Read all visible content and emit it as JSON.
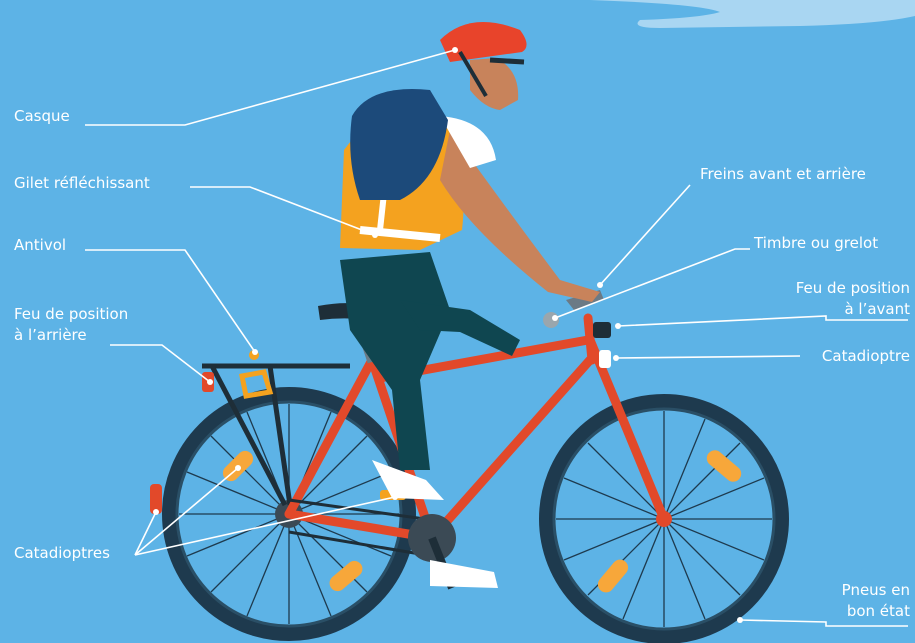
{
  "colors": {
    "sky": "#5db3e6",
    "cloud": "#a9d6f2",
    "frame": "#e2492a",
    "tire": "#1e3a4e",
    "skin": "#c8835b",
    "vest": "#f4a21f",
    "pants": "#0f4650",
    "backpack": "#1c4a7a",
    "helmet": "#e8442b",
    "reflector": "#f7a73a",
    "leader_line": "#ffffff"
  },
  "labels": {
    "casque": "Casque",
    "gilet": "Gilet réfléchissant",
    "antivol": "Antivol",
    "feu_arriere_1": "Feu de position",
    "feu_arriere_2": "à l’arrière",
    "catadioptres": "Catadioptres",
    "freins": "Freins avant et arrière",
    "timbre": "Timbre ou grelot",
    "feu_avant_1": "Feu de position",
    "feu_avant_2": "à l’avant",
    "catadioptre": "Catadioptre",
    "pneus_1": "Pneus en",
    "pneus_2": "bon état"
  }
}
